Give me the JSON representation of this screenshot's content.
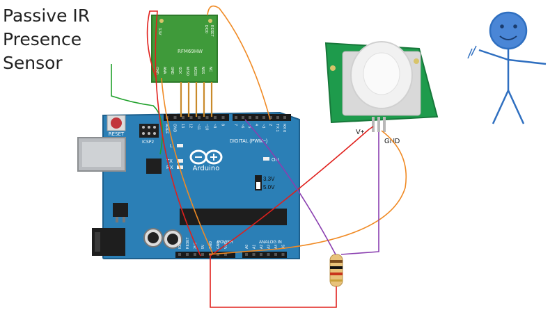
{
  "title": [
    "Passive IR",
    "Presence",
    "Sensor"
  ],
  "radio": {
    "model": "RFM69HW",
    "top_pins": [
      "3.3V",
      "DIO0",
      "RESET"
    ],
    "bottom_pins": [
      "GND",
      "ANA",
      "GND",
      "SCK",
      "MISO",
      "MOSI",
      "NSS",
      "NC"
    ]
  },
  "arduino": {
    "brand": "Arduino",
    "reset": "RESET",
    "icsp": "ICSP2",
    "led_l": "L",
    "led_tx": "TX",
    "led_rx": "RX",
    "on": "ON",
    "v33": "3.3V",
    "v50": "5.0V",
    "digital": "DIGITAL (PWM~)",
    "power": "POWER",
    "analog": "ANALOG IN",
    "top_pins": [
      "AREF",
      "GND",
      "13",
      "12",
      "~11",
      "~10",
      "~9",
      "8",
      "7",
      "~6",
      "~5",
      "4",
      "~3",
      "2",
      "TX 1",
      "RX 0"
    ],
    "power_pins": [
      "IOREF",
      "RESET",
      "3V3",
      "5V",
      "GND",
      "GND",
      "VIN"
    ],
    "analog_pins": [
      "A0",
      "A1",
      "A2",
      "A3",
      "A4",
      "A5"
    ]
  },
  "pir": {
    "vplus": "V+",
    "gnd": "GND"
  },
  "colors": {
    "board": "#2b7fb6",
    "board_dark": "#1d5f8c",
    "radio": "#3f9a3a",
    "pir": "#1e9b4c",
    "wire_red": "#e0201c",
    "wire_orange": "#f08a24",
    "wire_purple": "#8a3fb0",
    "wire_green": "#1fa02a",
    "stick": "#2f6fc0"
  }
}
